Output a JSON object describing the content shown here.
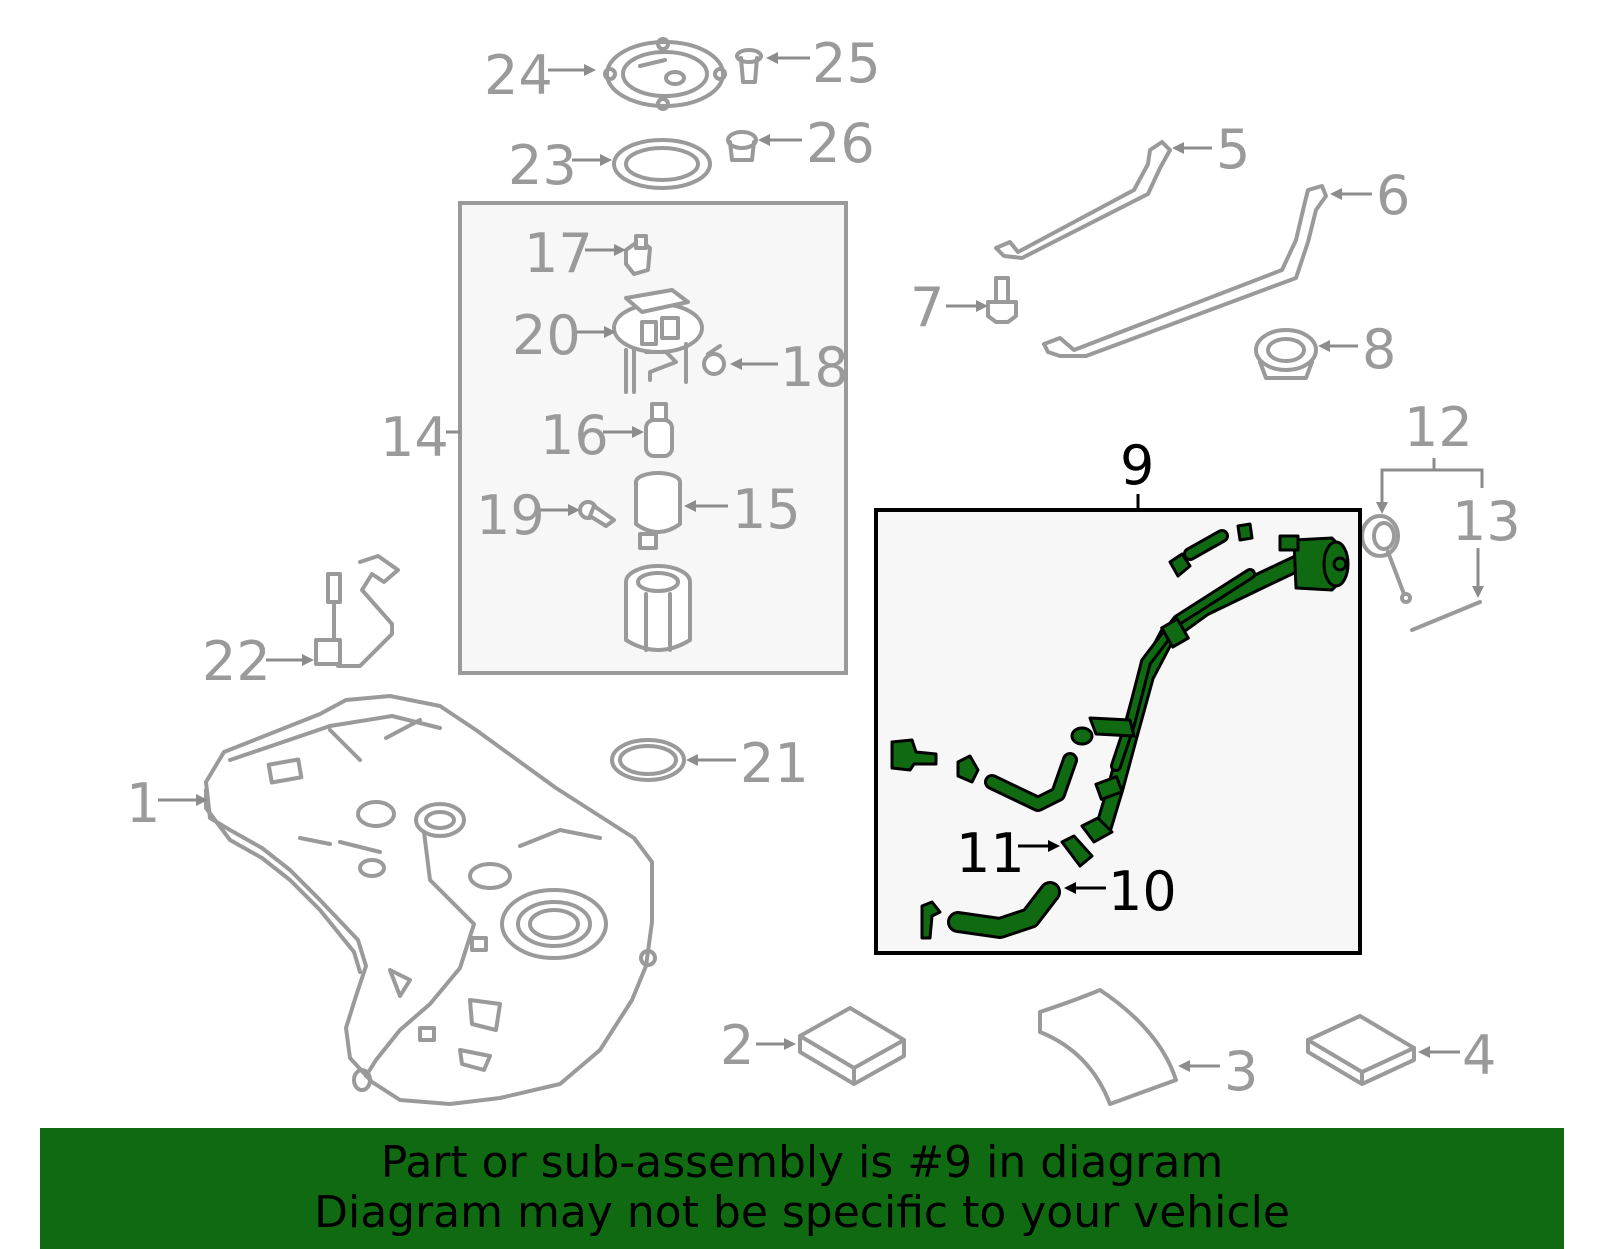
{
  "diagram": {
    "callouts": {
      "c1": "1",
      "c2": "2",
      "c3": "3",
      "c4": "4",
      "c5": "5",
      "c6": "6",
      "c7": "7",
      "c8": "8",
      "c9": "9",
      "c10": "10",
      "c11": "11",
      "c12": "12",
      "c13": "13",
      "c14": "14",
      "c15": "15",
      "c16": "16",
      "c17": "17",
      "c18": "18",
      "c19": "19",
      "c20": "20",
      "c21": "21",
      "c22": "22",
      "c23": "23",
      "c24": "24",
      "c25": "25",
      "c26": "26"
    },
    "highlighted_part": "9",
    "colors": {
      "highlight": "#0f6a12",
      "part_line": "#9a9a9a",
      "panel_bg": "#f7f7f7"
    }
  },
  "banner": {
    "line1": "Part or sub-assembly is #9 in diagram",
    "line2": "Diagram may not be specific to your vehicle"
  }
}
